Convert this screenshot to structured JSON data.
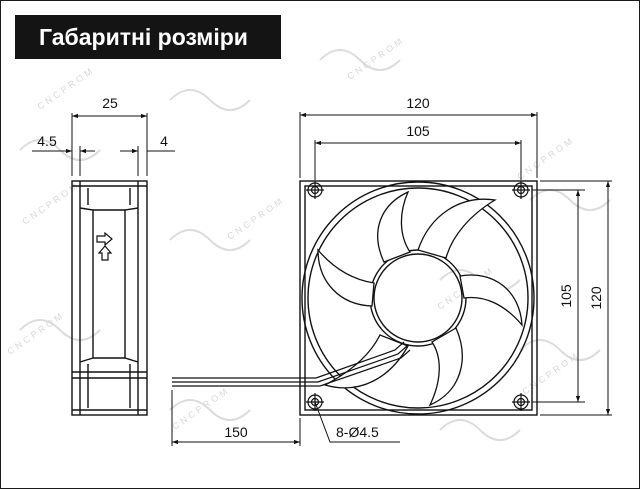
{
  "title": "Габаритні розміри",
  "watermark": "CNCPROM",
  "dimensions": {
    "side_depth": "25",
    "side_left_inset": "4.5",
    "side_right_inset": "4",
    "overall_width": "120",
    "hole_spacing_width": "105",
    "hole_spacing_height": "105",
    "overall_height": "120",
    "cable_length": "150",
    "mounting_holes": "8-Ø4.5"
  },
  "colors": {
    "banner": "#141414",
    "line": "#111111",
    "watermark": "#d7d7d7"
  }
}
